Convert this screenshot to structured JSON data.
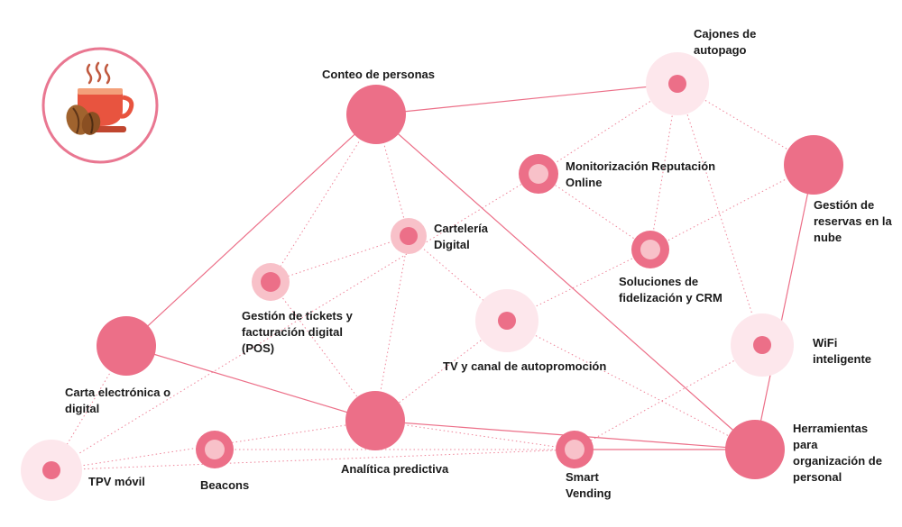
{
  "colors": {
    "strong": "#ec6f88",
    "medium": "#f8c1c9",
    "light": "#fde7ec",
    "line": "#ec6f88",
    "text": "#1a1a1a",
    "logo_ring": "#e97791"
  },
  "logo": {
    "icon": "coffee-cup-beans-icon"
  },
  "nodes": [
    {
      "id": "conteo",
      "label": [
        "Conteo de personas"
      ],
      "style": "solid"
    },
    {
      "id": "cajones",
      "label": [
        "Cajones de",
        "autopago"
      ],
      "style": "halo"
    },
    {
      "id": "monitorizacion",
      "label": [
        "Monitorización Reputación",
        "Online"
      ],
      "style": "ring"
    },
    {
      "id": "gestion_reservas",
      "label": [
        "Gestión de",
        "reservas en la",
        "nube"
      ],
      "style": "solid"
    },
    {
      "id": "carteleria",
      "label": [
        "Cartelería",
        "Digital"
      ],
      "style": "ring"
    },
    {
      "id": "fidelizacion",
      "label": [
        "Soluciones de",
        "fidelización y CRM"
      ],
      "style": "ring"
    },
    {
      "id": "tickets",
      "label": [
        "Gestión de tickets y",
        "facturación digital",
        "(POS)"
      ],
      "style": "ring"
    },
    {
      "id": "tv",
      "label": [
        "TV y canal de autopromoción"
      ],
      "style": "halo"
    },
    {
      "id": "wifi",
      "label": [
        "WiFi",
        "inteligente"
      ],
      "style": "halo"
    },
    {
      "id": "carta",
      "label": [
        "Carta electrónica o",
        "digital"
      ],
      "style": "solid"
    },
    {
      "id": "analitica",
      "label": [
        "Analítica predictiva"
      ],
      "style": "solid"
    },
    {
      "id": "herramientas",
      "label": [
        "Herramientas",
        "para",
        "organización de",
        "personal"
      ],
      "style": "solid"
    },
    {
      "id": "tpv",
      "label": [
        "TPV móvil"
      ],
      "style": "halo"
    },
    {
      "id": "beacons",
      "label": [
        "Beacons"
      ],
      "style": "ring"
    },
    {
      "id": "smart",
      "label": [
        "Smart",
        "Vending"
      ],
      "style": "ring"
    }
  ],
  "edges": [
    {
      "from": "conteo",
      "to": "cajones",
      "style": "solid"
    },
    {
      "from": "conteo",
      "to": "carta",
      "style": "solid"
    },
    {
      "from": "conteo",
      "to": "herramientas",
      "style": "solid"
    },
    {
      "from": "carta",
      "to": "analitica",
      "style": "solid"
    },
    {
      "from": "analitica",
      "to": "herramientas",
      "style": "solid"
    },
    {
      "from": "smart",
      "to": "herramientas",
      "style": "solid"
    },
    {
      "from": "gestion_reservas",
      "to": "herramientas",
      "style": "solid"
    },
    {
      "from": "conteo",
      "to": "tickets",
      "style": "dotted"
    },
    {
      "from": "conteo",
      "to": "carteleria",
      "style": "dotted"
    },
    {
      "from": "carteleria",
      "to": "tickets",
      "style": "dotted"
    },
    {
      "from": "carteleria",
      "to": "analitica",
      "style": "dotted"
    },
    {
      "from": "carteleria",
      "to": "tv",
      "style": "dotted"
    },
    {
      "from": "tickets",
      "to": "analitica",
      "style": "dotted"
    },
    {
      "from": "cajones",
      "to": "gestion_reservas",
      "style": "dotted"
    },
    {
      "from": "cajones",
      "to": "fidelizacion",
      "style": "dotted"
    },
    {
      "from": "cajones",
      "to": "wifi",
      "style": "dotted"
    },
    {
      "from": "cajones",
      "to": "monitorizacion",
      "style": "dotted"
    },
    {
      "from": "monitorizacion",
      "to": "fidelizacion",
      "style": "dotted"
    },
    {
      "from": "monitorizacion",
      "to": "tpv",
      "style": "dotted"
    },
    {
      "from": "gestion_reservas",
      "to": "fidelizacion",
      "style": "dotted"
    },
    {
      "from": "fidelizacion",
      "to": "tv",
      "style": "dotted"
    },
    {
      "from": "tv",
      "to": "analitica",
      "style": "dotted"
    },
    {
      "from": "tv",
      "to": "herramientas",
      "style": "dotted"
    },
    {
      "from": "wifi",
      "to": "smart",
      "style": "dotted"
    },
    {
      "from": "carta",
      "to": "tpv",
      "style": "dotted"
    },
    {
      "from": "tpv",
      "to": "analitica",
      "style": "dotted"
    },
    {
      "from": "tpv",
      "to": "smart",
      "style": "dotted"
    },
    {
      "from": "beacons",
      "to": "smart",
      "style": "dotted"
    },
    {
      "from": "analitica",
      "to": "smart",
      "style": "dotted"
    }
  ]
}
